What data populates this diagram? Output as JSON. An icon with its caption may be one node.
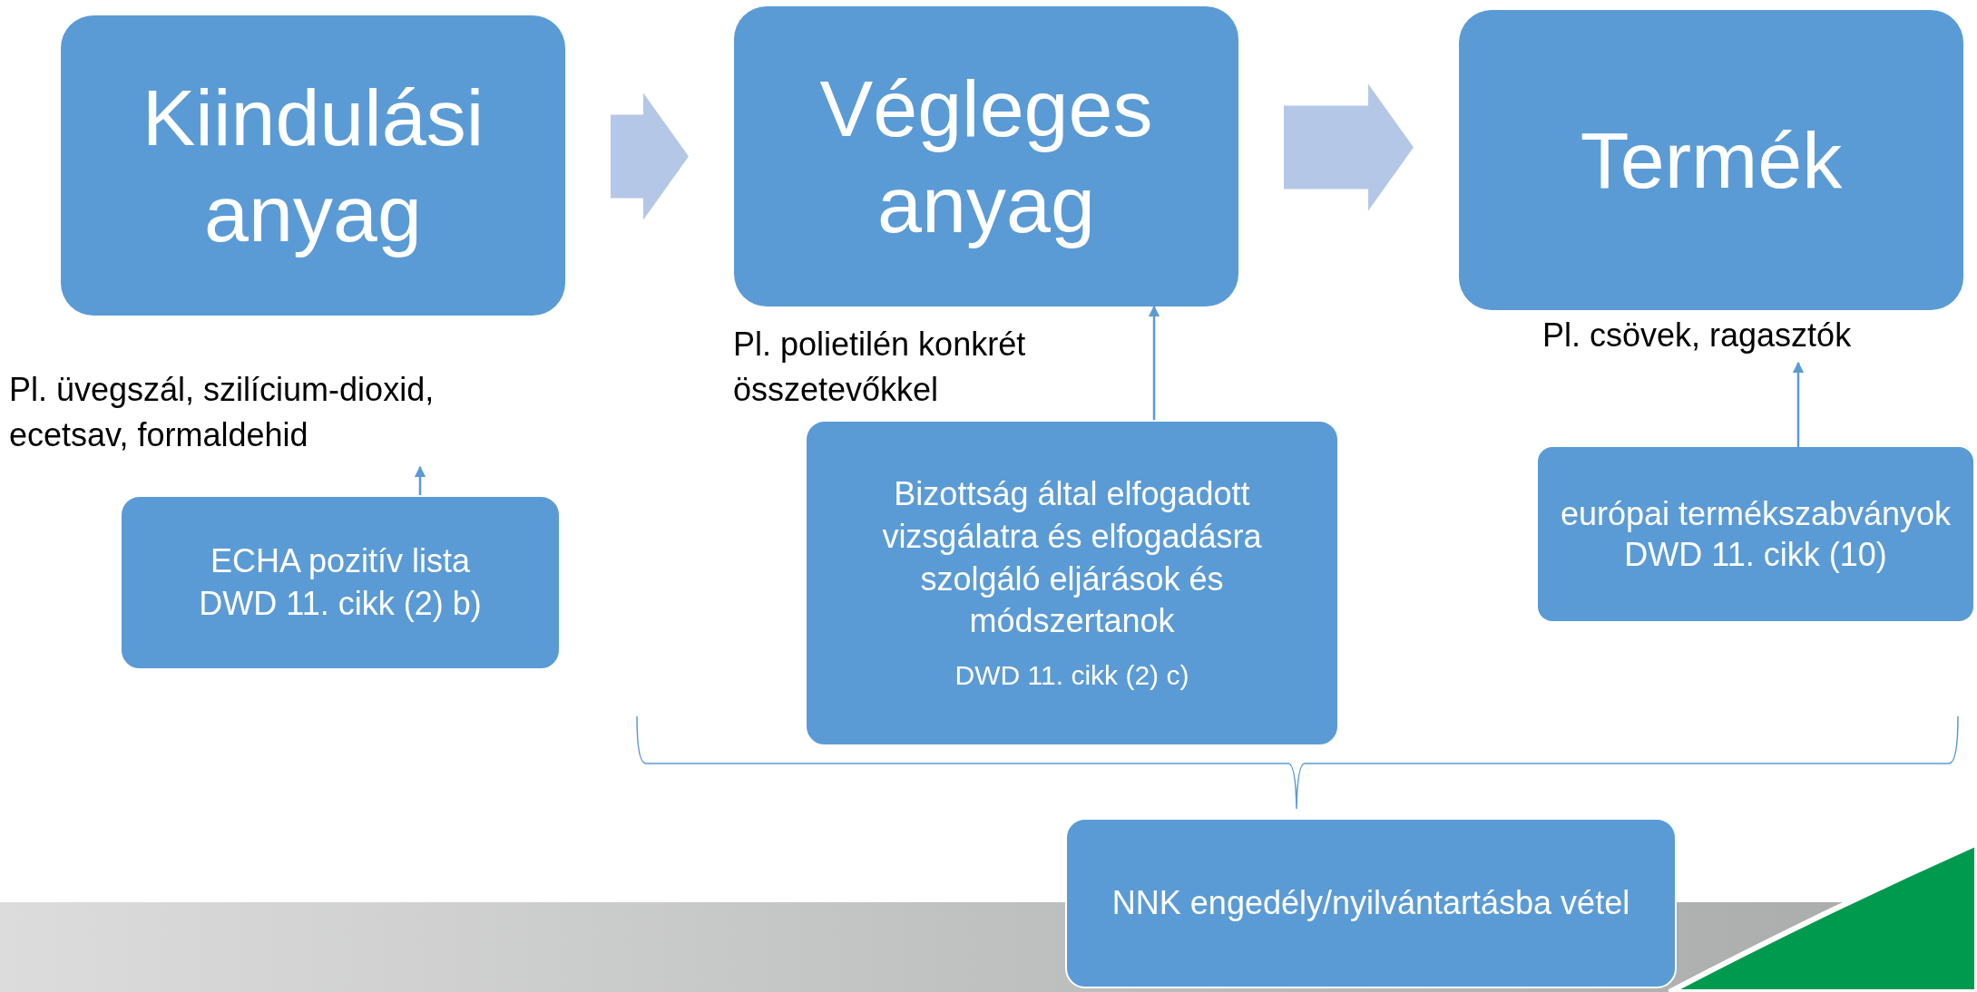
{
  "diagram": {
    "nodes": [
      {
        "text": [
          "Kiindulási anyag"
        ]
      },
      {
        "text": [
          "Végleges anyag"
        ]
      },
      {
        "text": [
          "Termék"
        ]
      },
      {
        "text": [
          "Pl. üvegszál, szilícium-dioxid, ecetsav, formaldehid"
        ]
      },
      {
        "text": [
          "ECHA pozitív lista",
          "DWD 11. cikk (2) b)"
        ]
      },
      {
        "text": [
          "Pl. polietilén konkrét összetevőkkel"
        ]
      },
      {
        "text": [
          "Bizottság által elfogadott vizsgálatra és elfogadásra szolgáló eljárások és módszertanok",
          "DWD 11. cikk (2) c)"
        ]
      },
      {
        "text": [
          "Pl. csövek, ragasztók"
        ]
      },
      {
        "text": [
          "európai termékszabványok",
          "DWD 11. cikk (10)"
        ]
      },
      {
        "text": [
          "NNK engedély/nyilvántartásba vétel"
        ]
      }
    ],
    "edges": [
      {
        "from": 0,
        "to": 1,
        "arrow": "to",
        "style": "thick",
        "color": "#b4c7e7"
      },
      {
        "from": 1,
        "to": 2,
        "arrow": "to",
        "style": "thick",
        "color": "#b4c7e7"
      },
      {
        "from": 4,
        "to": 3,
        "arrow": "to"
      },
      {
        "from": 6,
        "to": 1,
        "arrow": "to"
      },
      {
        "from": 8,
        "to": 7,
        "arrow": "to"
      }
    ]
  }
}
